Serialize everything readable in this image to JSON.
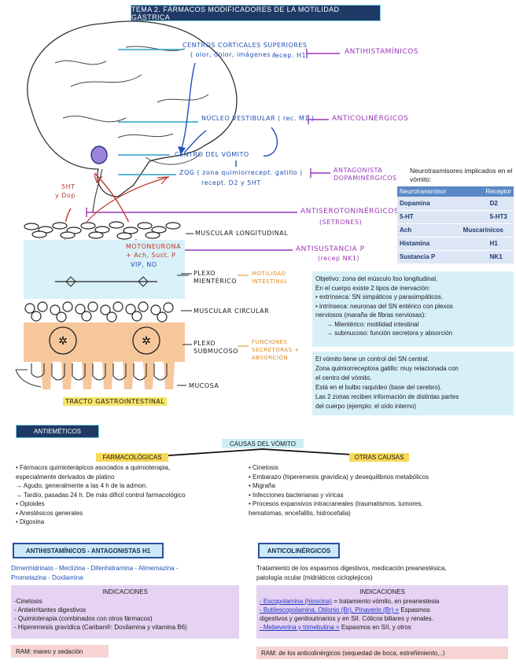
{
  "title": "TEMA 2. FÁRMACOS MODIFICADORES DE LA MOTILIDAD GÁSTRICA",
  "brain": {
    "centros_corticales": "CENTROS CORTICALES SUPERIORES",
    "centros_sub": "( olor, dolor, imágenes )",
    "recept_h1": "recep. H1",
    "antihist": "ANTIHISTAMÍNICOS",
    "nucleo": "NÚCLEO VESTIBULAR ( rec. M1 )",
    "anticolin": "ANTICOLINÉRGICOS",
    "centro_vomito": "CENTRO DEL VÓMITO",
    "zqg": "ZQG ( zona quimiorrecept. gatillo )",
    "zqg_rec": "recept. D2 y 5HT",
    "antag_dop_1": "ANTAGONISTA",
    "antag_dop_2": "DOPAMINÉRGICOS",
    "side_label_1": "5HT",
    "side_label_2": "y Dop",
    "antiserot": "ANTISEROTONINÉRGICOS",
    "setrones": "(SETRONES)",
    "antisust": "ANTISUSTANCIA P",
    "recep_nk1": "(recep NK1)",
    "muscular_long": "MUSCULAR LONGITUDINAL",
    "motoneurona": "MOTONEURONA",
    "moto_plus": "+ Ach, Sust. P",
    "moto_minus": "VIP, NO",
    "plexo_mient": "PLEXO MIENTÉRICO",
    "motilidad": "MOTILIDAD INTESTINAL",
    "muscular_circ": "MUSCULAR CIRCULAR",
    "plexo_sub": "PLEXO SUBMUCOSO",
    "funciones": "FUNCIONES SECRETORAS + ABSORCIÓN",
    "mucosa": "MUCOSA",
    "tracto": "TRACTO GASTROINTESTINAL"
  },
  "neurotransmisores": {
    "caption": "Neurotrasmisores implicados en el vómito:",
    "headers": [
      "Neurotransmisor",
      "Receptor"
    ],
    "rows": [
      [
        "Dopamina",
        "D2"
      ],
      [
        "5-HT",
        "5-HT3"
      ],
      [
        "Ach",
        "Muscarínicos"
      ],
      [
        "Histamina",
        "H1"
      ],
      [
        "Sustancia P",
        "NK1"
      ]
    ]
  },
  "objetivo": {
    "lines": [
      "Objetivo: zona del músculo liso longitudinal.",
      "En el cuerpo existe 2 tipos de inervación:",
      "• extrínseca: SN simpáticos y parasimpáticos.",
      "• intrínseca: neuronas del SN entérico con plexos",
      "nerviosos (maraña de fibras nerviosas):",
      "→ Mientérico: motilidad intestinal",
      "→ submucoso: función secretora y absorción"
    ]
  },
  "control": {
    "lines": [
      "El vómito tiene un control del SN central.",
      "Zona quimiorreceptora gatillo: muy relacionada con",
      "el centro del vómito.",
      "Está en el bulbo raquídeo (base del cerebro).",
      "Las 2 zonas reciben información de distintas partes",
      "del cuerpo (ejemplo: el oído interno)"
    ]
  },
  "antiemeticos": "ANTIEMÉTICOS",
  "causas": {
    "title": "CAUSAS DEL VÓMITO",
    "farm_tag": "FARMACOLÓGICAS",
    "otras_tag": "OTRAS CAUSAS",
    "farm_items": [
      "• Fármacos quimioterápicos asociados a quimioterapia,",
      "especialmente derivados de platino",
      "→ Agudo, generalmente a las 4 h de la admon.",
      "→ Tardío, pasadas 24 h. De más difícil control farmacológico",
      "• Opioides",
      "• Anestésicos generales",
      "• Digoxina"
    ],
    "otras_items": [
      "• Cinetosis",
      "• Embarazo (hiperemesis gravídica) y desequilibrios metabólicos",
      "• Migraña",
      "• Infecciones bacterianas y víricas",
      "• Procesos expansivos intracraneales (traumatismos, tumores,",
      "hematomas, encefalitis, hidrocefalia)"
    ]
  },
  "antihistaminicos": {
    "head": "ANTIHISTAMÍNICOS - ANTAGONISTAS H1",
    "drugs_1": "Dimenhidrinato - Meclizina - Difenhidramina - Alimemazina -",
    "drugs_2": "Prometazina - Doxilamina",
    "ind_title": "INDICACIONES",
    "ind": [
      "-Cinetosis",
      "- Antieirritantes digestivos",
      "- Quimioterapia (combinados con otros fármacos)",
      "- Hiperemesis gravídica (Cariban®: Doxilamina y vitamina B6)"
    ],
    "ram": "RAM: mareo y sedación"
  },
  "anticolinergicos": {
    "head": "ANTICOLINÉRGICOS",
    "desc_1": "Tratamiento de los espasmos digestivos, medicación preanestésica,",
    "desc_2": "patología ocular (midriáticos cicloplejicos)",
    "ind_title": "INDICACIONES",
    "ind": [
      {
        "drug": "- Escopolamina (hioscina)",
        "rest": " = tratamiento vómito, en preanestesia"
      },
      {
        "drug": "- Butilescopolamina, Otilonio (Br), Pinaverio (Br) =",
        "rest": " Espasmos"
      },
      {
        "drug": "",
        "rest": "digestivos y genitourinarios y en SII. Cólicos biliares y renales."
      },
      {
        "drug": "- Mebeverina y trimebutina =",
        "rest": " Espasmos en SII, y otros"
      }
    ],
    "ram": "RAM: de los anticolinérgicos (sequedad de boca, estreñimiento,..)"
  }
}
